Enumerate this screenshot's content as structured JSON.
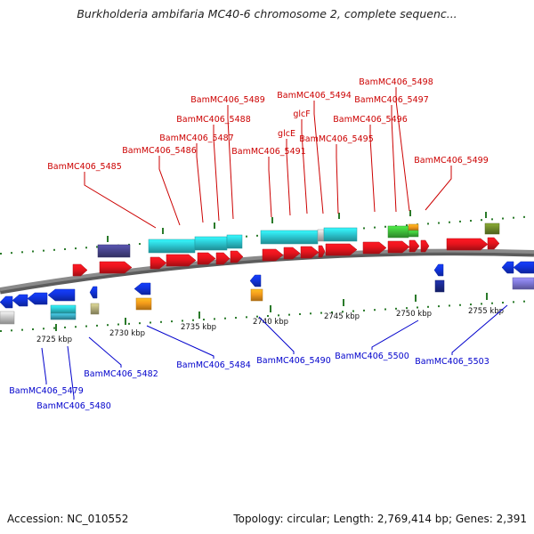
{
  "title": "Burkholderia ambifaria MC40-6 chromosome 2, complete sequenc...",
  "footer": {
    "accession": "Accession: NC_010552",
    "topology": "Topology: circular; Length: 2,769,414 bp; Genes: 2,391"
  },
  "colors": {
    "forward_label": "#cc0000",
    "reverse_label": "#0000cc",
    "backbone": "#8a8a8a",
    "tick": "#2a7a2a",
    "forward_gene": "#e8141d",
    "reverse_gene": "#1133dd",
    "cyan": "#2cc9d3",
    "green": "#3fbf3a",
    "orange": "#f39a1b",
    "navy": "#1b2a8f",
    "olive": "#6f8a2a",
    "purple": "#48458e",
    "lightpurple": "#7f78d8",
    "gray": "#c6c6c6",
    "khaki": "#b5b07c",
    "teal": "#3aa9c0"
  },
  "scale_labels": [
    "2725 kbp",
    "2730 kbp",
    "2735 kbp",
    "2740 kbp",
    "2745 kbp",
    "2750 kbp",
    "2755 kbp"
  ],
  "forward_gene_labels": [
    "BamMC406_5498",
    "BamMC406_5494",
    "BamMC406_5497",
    "BamMC406_5489",
    "glcF",
    "BamMC406_5488",
    "BamMC406_5496",
    "glcE",
    "BamMC406_5487",
    "BamMC406_5495",
    "BamMC406_5486",
    "BamMC406_5491",
    "BamMC406_5499",
    "BamMC406_5485"
  ],
  "reverse_gene_labels": [
    "BamMC406_5490",
    "BamMC406_5500",
    "BamMC406_5503",
    "BamMC406_5484",
    "BamMC406_5482",
    "BamMC406_5479",
    "BamMC406_5480"
  ]
}
